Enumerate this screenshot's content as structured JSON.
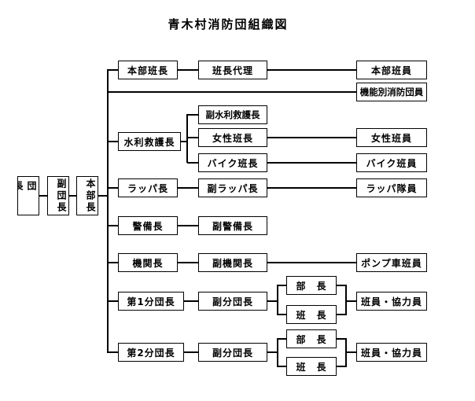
{
  "title": "青木村消防団組織図",
  "colors": {
    "line": "#000000",
    "text": "#000000",
    "background": "#ffffff"
  },
  "nodes": {
    "dancho": {
      "label": "団長"
    },
    "fuku_dancho": {
      "label": "副団長"
    },
    "honbucho": {
      "label": "本部長"
    },
    "honbu_hancho": {
      "label": "本部班長"
    },
    "hancho_dairi": {
      "label": "班長代理"
    },
    "honbu_hanin": {
      "label": "本部班員"
    },
    "kinobetsu": {
      "label": "機能別消防団員"
    },
    "suiri_kyugocho": {
      "label": "水利救護長"
    },
    "fuku_suiri": {
      "label": "副水利救護長"
    },
    "josei_hancho": {
      "label": "女性班長"
    },
    "josei_hanin": {
      "label": "女性班員"
    },
    "bike_hancho": {
      "label": "バイク班長"
    },
    "bike_hanin": {
      "label": "バイク班員"
    },
    "rappacho": {
      "label": "ラッパ長"
    },
    "fuku_rappacho": {
      "label": "副ラッパ長"
    },
    "rappa_taiin": {
      "label": "ラッパ隊員"
    },
    "keibicho": {
      "label": "警備長"
    },
    "fuku_keibicho": {
      "label": "副警備長"
    },
    "kikancho": {
      "label": "機関長"
    },
    "fuku_kikancho": {
      "label": "副機関長"
    },
    "pump_hanin": {
      "label": "ポンプ車班員"
    },
    "dai1_bundancho": {
      "label": "第1分団長"
    },
    "fuku_bundancho1": {
      "label": "副分団長"
    },
    "bucho1": {
      "label": "部　長"
    },
    "hancho1": {
      "label": "班　長"
    },
    "hanin_kyoryoku1": {
      "label": "班員・協力員"
    },
    "dai2_bundancho": {
      "label": "第2分団長"
    },
    "fuku_bundancho2": {
      "label": "副分団長"
    },
    "bucho2": {
      "label": "部　長"
    },
    "hancho2": {
      "label": "班　長"
    },
    "hanin_kyoryoku2": {
      "label": "班員・協力員"
    }
  },
  "edges": [
    [
      "団長",
      "副団長"
    ],
    [
      "副団長",
      "本部長"
    ],
    [
      "本部長",
      "本部班長"
    ],
    [
      "本部班長",
      "班長代理"
    ],
    [
      "班長代理",
      "本部班員"
    ],
    [
      "本部長",
      "機能別消防団員"
    ],
    [
      "本部長",
      "水利救護長"
    ],
    [
      "水利救護長",
      "副水利救護長"
    ],
    [
      "水利救護長",
      "女性班長"
    ],
    [
      "女性班長",
      "女性班員"
    ],
    [
      "水利救護長",
      "バイク班長"
    ],
    [
      "バイク班長",
      "バイク班員"
    ],
    [
      "本部長",
      "ラッパ長"
    ],
    [
      "ラッパ長",
      "副ラッパ長"
    ],
    [
      "副ラッパ長",
      "ラッパ隊員"
    ],
    [
      "本部長",
      "警備長"
    ],
    [
      "警備長",
      "副警備長"
    ],
    [
      "本部長",
      "機関長"
    ],
    [
      "機関長",
      "副機関長"
    ],
    [
      "副機関長",
      "ポンプ車班員"
    ],
    [
      "本部長",
      "第1分団長"
    ],
    [
      "第1分団長",
      "副分団長"
    ],
    [
      "副分団長",
      "部長"
    ],
    [
      "副分団長",
      "班長"
    ],
    [
      "部長/班長",
      "班員・協力員"
    ],
    [
      "本部長",
      "第2分団長"
    ],
    [
      "第2分団長",
      "副分団長"
    ],
    [
      "副分団長",
      "部長"
    ],
    [
      "副分団長",
      "班長"
    ],
    [
      "部長/班長",
      "班員・協力員"
    ]
  ]
}
